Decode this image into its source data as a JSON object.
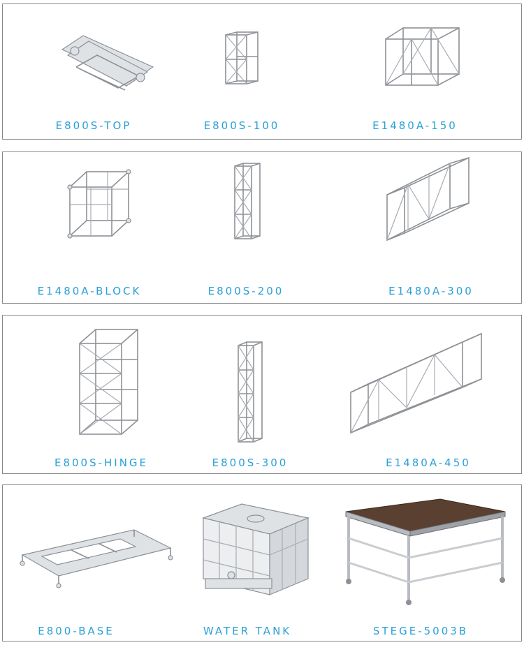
{
  "panels": [
    {
      "items": [
        {
          "label": "E800S-TOP",
          "icon": "truss-top-section-icon"
        },
        {
          "label": "E800S-100",
          "icon": "truss-100-section-icon"
        },
        {
          "label": "E1480A-150",
          "icon": "truss-150-section-icon"
        }
      ]
    },
    {
      "items": [
        {
          "label": "E1480A-BLOCK",
          "icon": "truss-block-icon"
        },
        {
          "label": "E800S-200",
          "icon": "truss-200-section-icon"
        },
        {
          "label": "E1480A-300",
          "icon": "truss-300-section-icon"
        }
      ]
    },
    {
      "items": [
        {
          "label": "E800S-HINGE",
          "icon": "truss-hinge-icon"
        },
        {
          "label": "E800S-300",
          "icon": "truss-300-tower-icon"
        },
        {
          "label": "E1480A-450",
          "icon": "truss-450-section-icon"
        }
      ]
    },
    {
      "items": [
        {
          "label": "E800-BASE",
          "icon": "base-frame-icon"
        },
        {
          "label": "WATER TANK",
          "icon": "water-tank-icon"
        },
        {
          "label": "STEGE-5003B",
          "icon": "stage-platform-icon"
        }
      ]
    }
  ],
  "colors": {
    "caption": "#2aa0d6",
    "border": "#8a8a8a",
    "metal": "#8d9196",
    "stage_top": "#5a4030"
  }
}
